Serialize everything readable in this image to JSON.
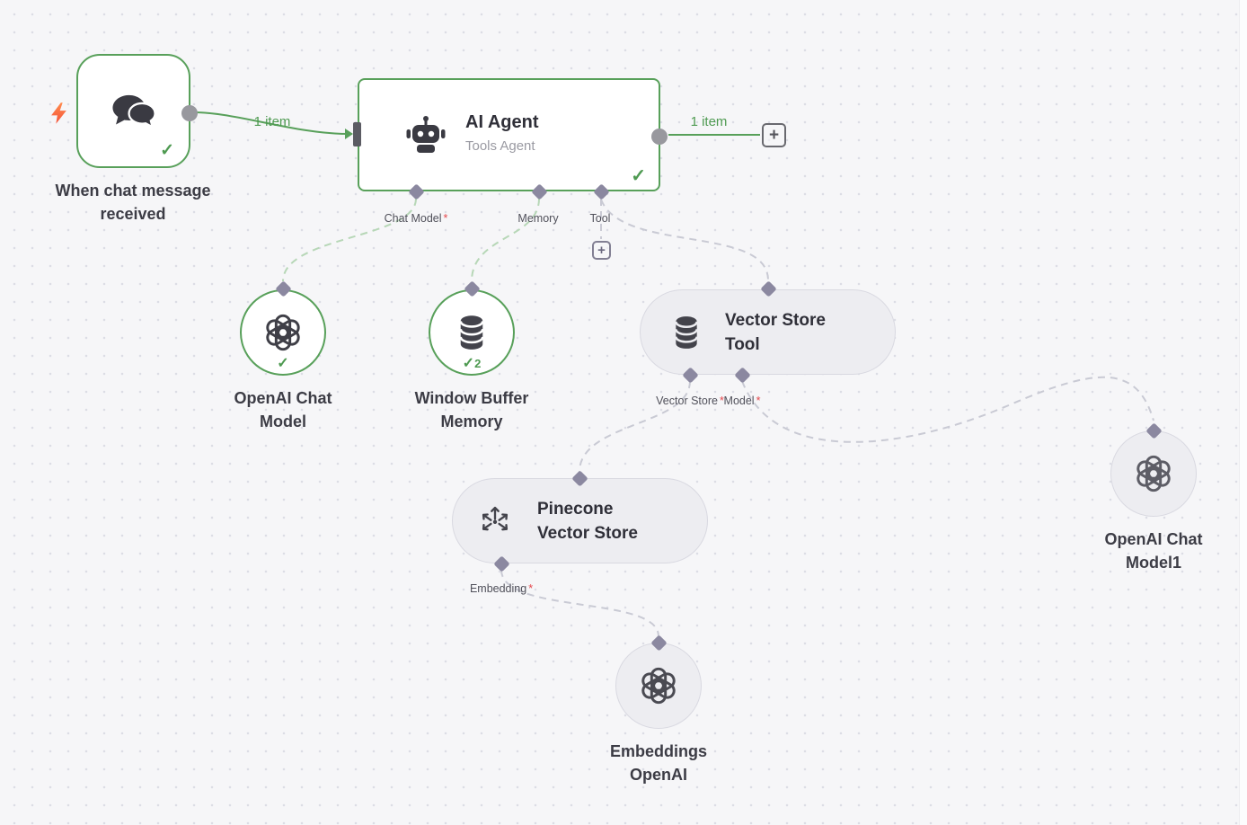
{
  "canvas": {
    "background": "#f6f6f8",
    "dot_color": "#dcdde5"
  },
  "colors": {
    "success_green": "#58a05a",
    "check_green": "#4e9a51",
    "subnode_fill": "#ededf1",
    "diamond_handle": "#8b88a0",
    "dashed_gray": "#c9cad4",
    "dashed_green": "#b7d7b7",
    "required_red": "#e5484d",
    "bolt_orange": "#ff6a49",
    "text_dark": "#3c3c45",
    "text_muted": "#9a9aa2"
  },
  "nodes": {
    "trigger": {
      "label": "When chat message received"
    },
    "agent": {
      "title": "AI Agent",
      "subtitle": "Tools Agent",
      "ports": [
        {
          "label": "Chat Model",
          "required": "*"
        },
        {
          "label": "Memory",
          "required": ""
        },
        {
          "label": "Tool",
          "required": ""
        }
      ]
    },
    "openai_chat_model": {
      "label": "OpenAI Chat Model"
    },
    "window_buffer_memory": {
      "label": "Window Buffer Memory",
      "run_count": "2"
    },
    "vector_store_tool": {
      "title": "Vector Store Tool",
      "ports": [
        {
          "label": "Vector Store",
          "required": "*"
        },
        {
          "label": "Model",
          "required": "*"
        }
      ]
    },
    "pinecone_vector_store": {
      "title": "Pinecone Vector Store",
      "ports": [
        {
          "label": "Embedding",
          "required": "*"
        }
      ]
    },
    "openai_chat_model1": {
      "label": "OpenAI Chat Model1"
    },
    "embeddings_openai": {
      "label": "Embeddings OpenAI"
    }
  },
  "connections": {
    "trigger_to_agent": "1 item",
    "agent_output": "1 item"
  },
  "icons": {
    "check": "✓",
    "plus": "+"
  }
}
